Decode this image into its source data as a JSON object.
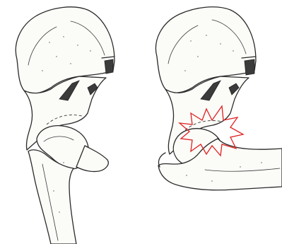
{
  "figure": {
    "panels": [
      {
        "id": "left",
        "depiction": "hip-joint-normal"
      },
      {
        "id": "right",
        "depiction": "hip-joint-impingement"
      }
    ],
    "colors": {
      "line": "#2a2a2a",
      "bone_fill": "#fbfbf8",
      "impact_marker": "#e02020"
    },
    "icons": [
      "impact-starburst-icon"
    ]
  }
}
